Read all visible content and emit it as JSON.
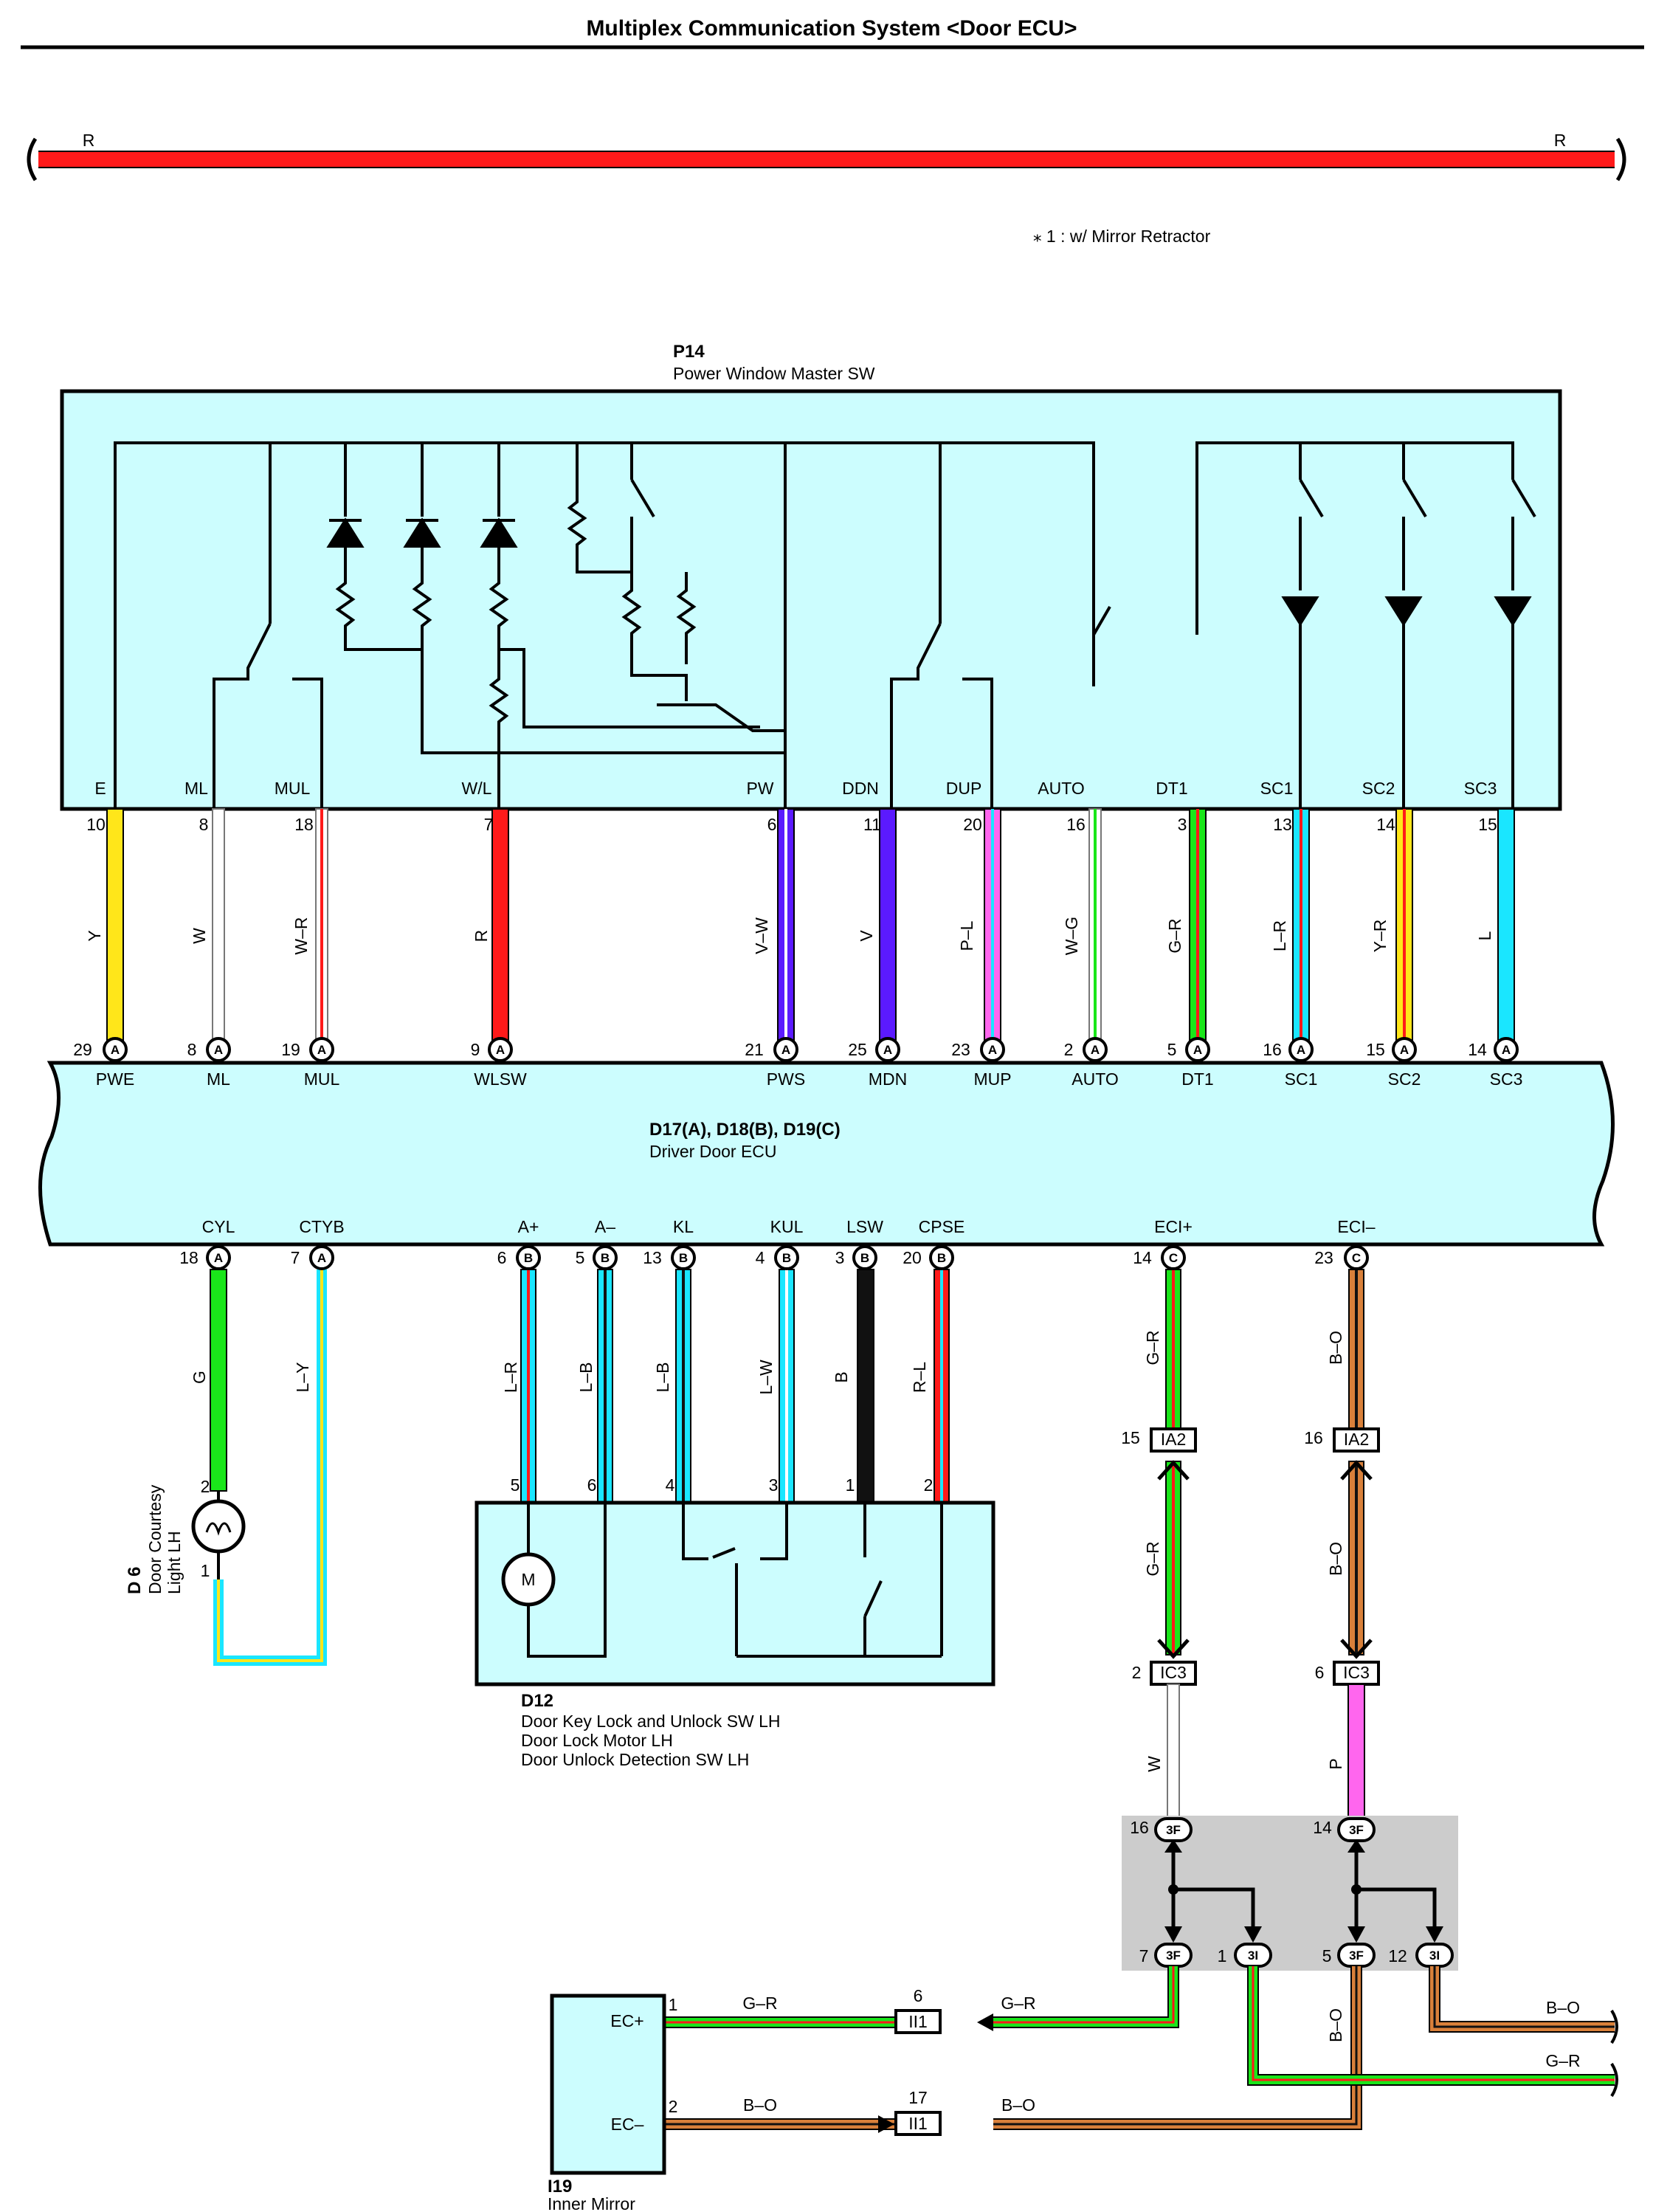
{
  "title": "Multiplex Communication System <Door ECU>",
  "top_wire": {
    "left_color": "R",
    "right_color": "R"
  },
  "footnote": "⁎ 1 : w/ Mirror Retractor",
  "colors": {
    "R": "#ff1a1a",
    "Y": "#ffe61a",
    "W": "#ffffff",
    "V": "#5b1aff",
    "P": "#ff66ee",
    "L": "#1ae6ff",
    "G": "#1ae61a",
    "B": "#111111",
    "O": "#d9803a",
    "box_fill": "#ccfdfe",
    "splice_fill": "#cccccc"
  },
  "p14": {
    "code": "P14",
    "name": "Power Window Master SW",
    "terminals": [
      {
        "label": "E",
        "pin": "10",
        "wire": "Y"
      },
      {
        "label": "ML",
        "pin": "8",
        "wire": "W"
      },
      {
        "label": "MUL",
        "pin": "18",
        "wire": "W–R"
      },
      {
        "label": "W/L",
        "pin": "7",
        "wire": "R"
      },
      {
        "label": "PW",
        "pin": "6",
        "wire": "V–W"
      },
      {
        "label": "DDN",
        "pin": "11",
        "wire": "V"
      },
      {
        "label": "DUP",
        "pin": "20",
        "wire": "P–L"
      },
      {
        "label": "AUTO",
        "pin": "16",
        "wire": "W–G"
      },
      {
        "label": "DT1",
        "pin": "3",
        "wire": "G–R"
      },
      {
        "label": "SC1",
        "pin": "13",
        "wire": "L–R"
      },
      {
        "label": "SC2",
        "pin": "14",
        "wire": "Y–R"
      },
      {
        "label": "SC3",
        "pin": "15",
        "wire": "L"
      }
    ]
  },
  "ecu": {
    "code": "D17(A), D18(B), D19(C)",
    "name": "Driver Door ECU",
    "top_pins": [
      {
        "pin": "29",
        "conn": "A",
        "label": "PWE"
      },
      {
        "pin": "8",
        "conn": "A",
        "label": "ML"
      },
      {
        "pin": "19",
        "conn": "A",
        "label": "MUL"
      },
      {
        "pin": "9",
        "conn": "A",
        "label": "WLSW"
      },
      {
        "pin": "21",
        "conn": "A",
        "label": "PWS"
      },
      {
        "pin": "25",
        "conn": "A",
        "label": "MDN"
      },
      {
        "pin": "23",
        "conn": "A",
        "label": "MUP"
      },
      {
        "pin": "2",
        "conn": "A",
        "label": "AUTO"
      },
      {
        "pin": "5",
        "conn": "A",
        "label": "DT1"
      },
      {
        "pin": "16",
        "conn": "A",
        "label": "SC1"
      },
      {
        "pin": "15",
        "conn": "A",
        "label": "SC2"
      },
      {
        "pin": "14",
        "conn": "A",
        "label": "SC3"
      }
    ],
    "bottom_pins": [
      {
        "pin": "18",
        "conn": "A",
        "label": "CYL",
        "wire": "G"
      },
      {
        "pin": "7",
        "conn": "A",
        "label": "CTYB",
        "wire": "L–Y"
      },
      {
        "pin": "6",
        "conn": "B",
        "label": "A+",
        "wire": "L–R"
      },
      {
        "pin": "5",
        "conn": "B",
        "label": "A–",
        "wire": "L–B"
      },
      {
        "pin": "13",
        "conn": "B",
        "label": "KL",
        "wire": "L–B"
      },
      {
        "pin": "4",
        "conn": "B",
        "label": "KUL",
        "wire": "L–W"
      },
      {
        "pin": "3",
        "conn": "B",
        "label": "LSW",
        "wire": "B"
      },
      {
        "pin": "20",
        "conn": "B",
        "label": "CPSE",
        "wire": "R–L"
      },
      {
        "pin": "14",
        "conn": "C",
        "label": "ECI+",
        "wire": "G–R"
      },
      {
        "pin": "23",
        "conn": "C",
        "label": "ECI–",
        "wire": "B–O"
      }
    ]
  },
  "d6": {
    "code": "D 6",
    "name_line1": "Door Courtesy",
    "name_line2": "Light LH",
    "pin_top": "2",
    "pin_bottom": "1"
  },
  "d12": {
    "code": "D12",
    "name_lines": [
      "Door Key Lock and Unlock SW LH",
      "Door Lock Motor LH",
      "Door Unlock Detection SW LH"
    ],
    "pins": [
      "5",
      "6",
      "4",
      "3",
      "1",
      "2"
    ],
    "motor_label": "M"
  },
  "connectors": {
    "ia2_left": {
      "pin": "15",
      "name": "IA2"
    },
    "ia2_right": {
      "pin": "16",
      "name": "IA2"
    },
    "ic3_left": {
      "pin": "2",
      "name": "IC3",
      "wire": "W"
    },
    "ic3_right": {
      "pin": "6",
      "name": "IC3",
      "wire": "P"
    },
    "mid_left_wire": "G–R",
    "mid_right_wire": "B–O",
    "j3f_left_top": {
      "pin": "16",
      "name": "3F"
    },
    "j3f_right_top": {
      "pin": "14",
      "name": "3F"
    },
    "j3f_left_bot": {
      "pin": "7",
      "name": "3F"
    },
    "j3i_left_bot": {
      "pin": "1",
      "name": "3I"
    },
    "j3f_right_bot": {
      "pin": "5",
      "name": "3F"
    },
    "j3i_right_bot": {
      "pin": "12",
      "name": "3I"
    },
    "ii1_top": {
      "pin": "6",
      "name": "II1"
    },
    "ii1_bot": {
      "pin": "17",
      "name": "II1"
    }
  },
  "i19": {
    "code": "I19",
    "name": "Inner Mirror",
    "pin_ec_plus": {
      "pin": "1",
      "label": "EC+"
    },
    "pin_ec_minus": {
      "pin": "2",
      "label": "EC–"
    },
    "wire_top_left": "G–R",
    "wire_top_right": "G–R",
    "wire_bot_left": "B–O",
    "wire_bot_right": "B–O",
    "wire_bot_vertical": "B–O",
    "exit_top": "B–O",
    "exit_bot": "G–R"
  }
}
